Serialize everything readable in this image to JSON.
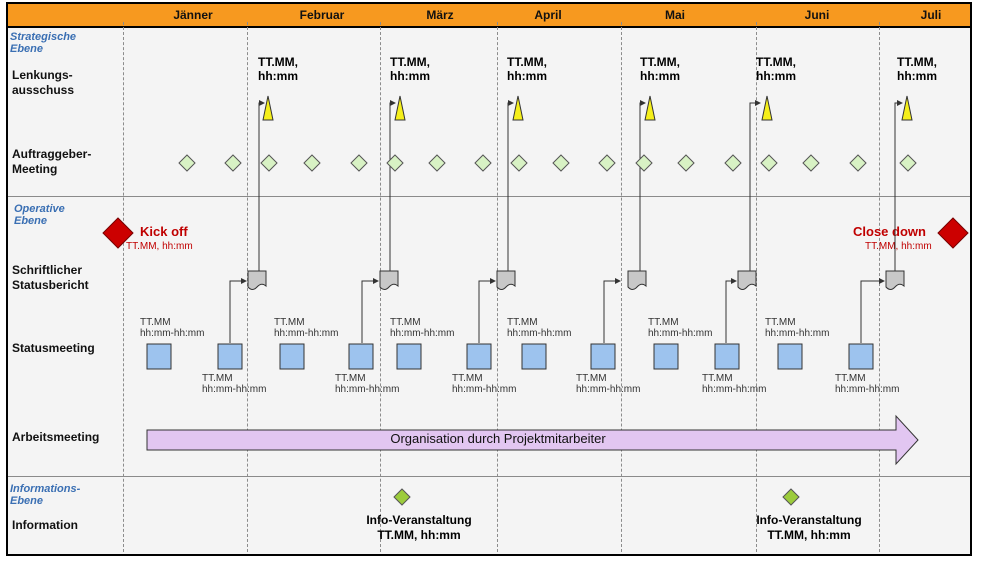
{
  "months": [
    "Jänner",
    "Februar",
    "März",
    "April",
    "Mai",
    "Juni",
    "Juli"
  ],
  "sections": {
    "strategic": "Strategische\nEbene",
    "operative": "Operative\nEbene",
    "information": "Informations-\nEbene"
  },
  "rows": {
    "lenkung": "Lenkungs-\nausschuss",
    "auftraggeber": "Auftraggeber-\nMeeting",
    "statusbericht": "Schriftlicher\nStatusbericht",
    "statusmeeting": "Statusmeeting",
    "arbeitsmeeting": "Arbeitsmeeting",
    "information": "Information"
  },
  "lenkung_date": "TT.MM,\nhh:mm",
  "kickoff": {
    "title": "Kick off",
    "date": "TT.MM, hh:mm"
  },
  "closedown": {
    "title": "Close down",
    "date": "TT.MM, hh:mm"
  },
  "statusmeeting_date_top": "TT.MM\nhh:mm-hh:mm",
  "statusmeeting_date_bottom": "TT.MM\nhh:mm-hh:mm",
  "arbeitsmeeting_text": "Organisation durch Projektmitarbeiter",
  "info_label": "Info-Veranstaltung\nTT.MM, hh:mm",
  "colors": {
    "header": "#f7991f",
    "triangle": "#f5ef1a",
    "diamond_green": "#d8f2c4",
    "diamond_info": "#9ccc3c",
    "red": "#cc0000",
    "square": "#9dc3ee",
    "arrow": "#e2c6f1"
  }
}
